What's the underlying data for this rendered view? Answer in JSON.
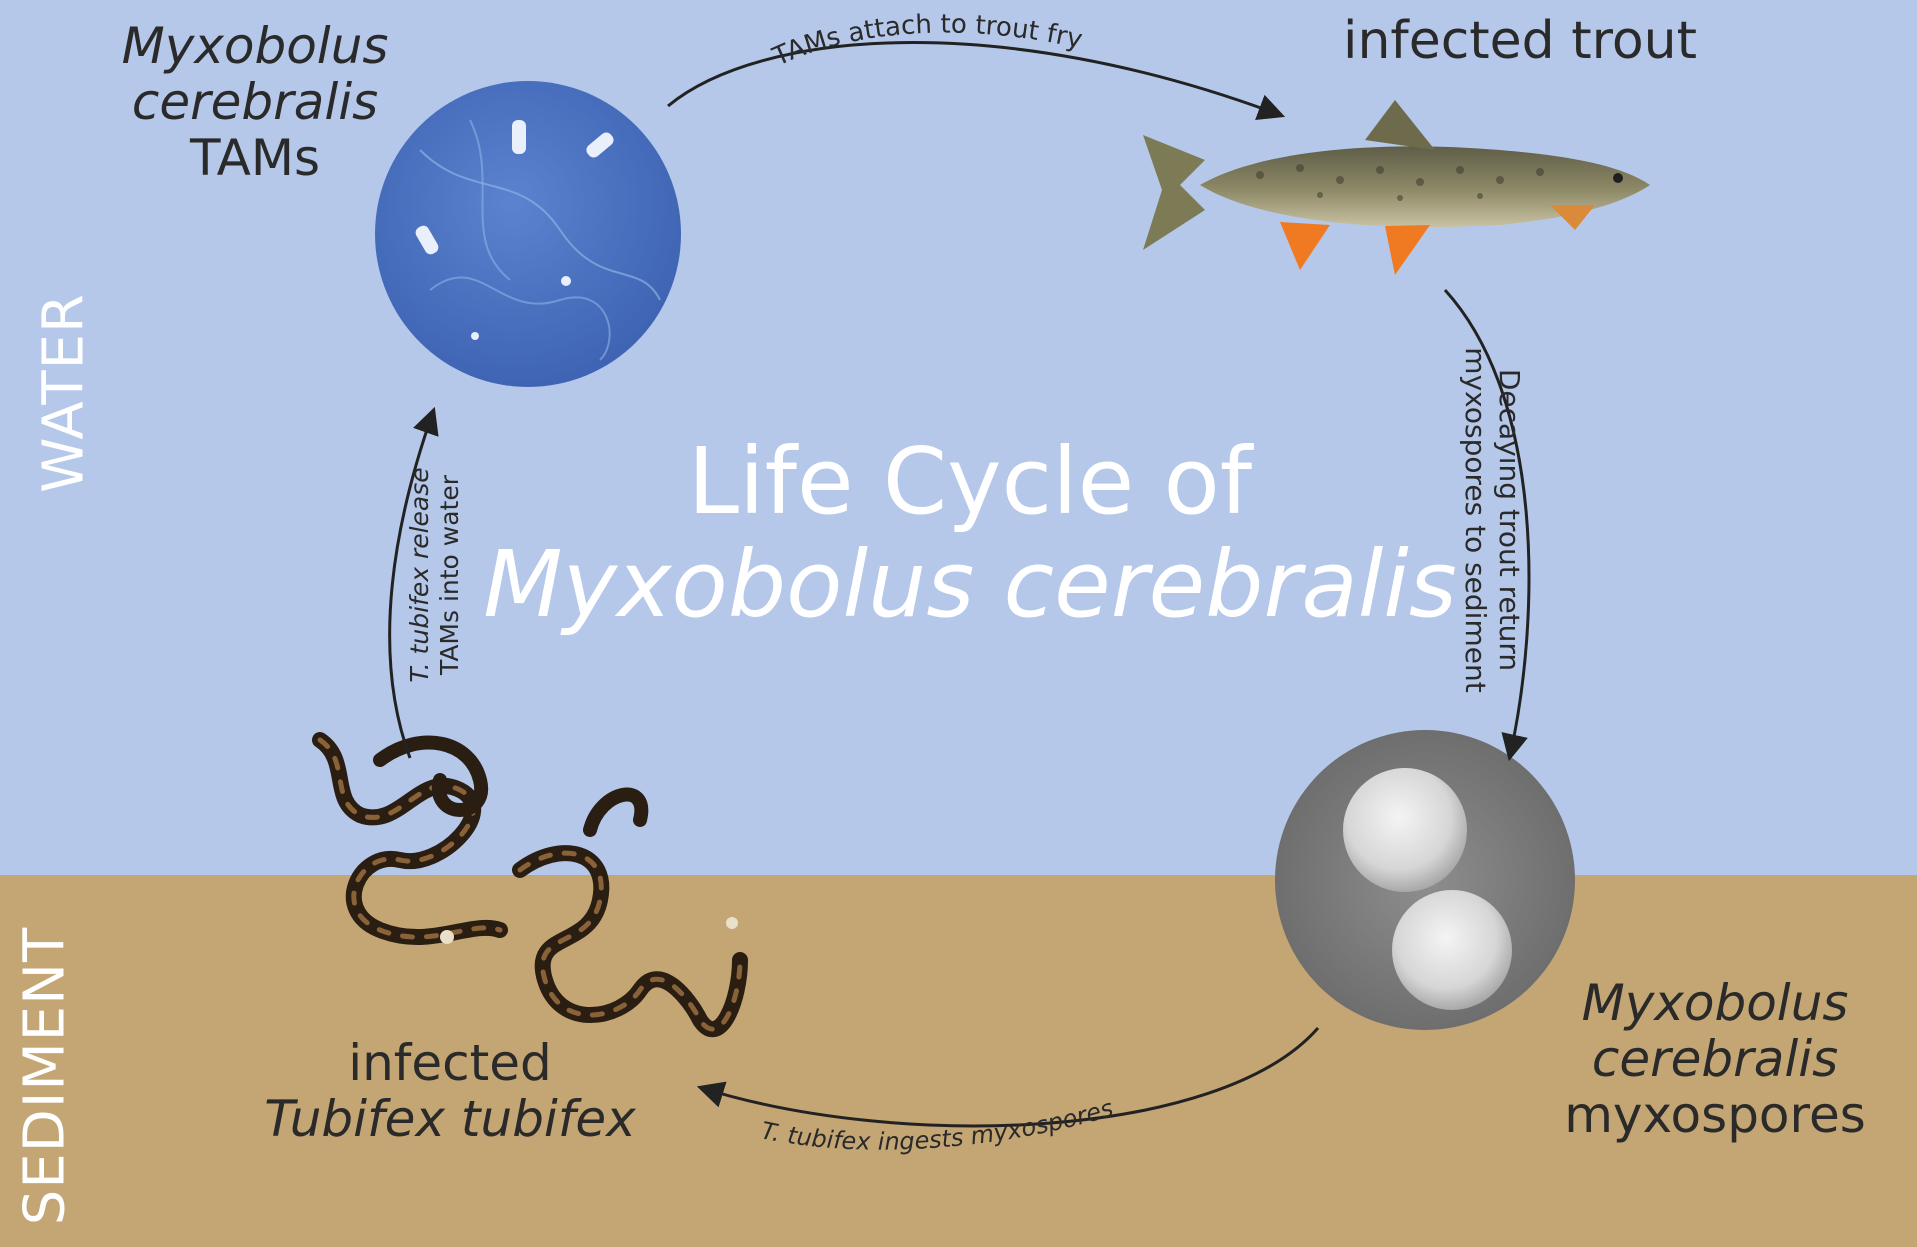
{
  "title": {
    "line1": "Life Cycle of",
    "line2": "Myxobolus cerebralis"
  },
  "zones": {
    "water": "WATER",
    "sediment": "SEDIMENT"
  },
  "stages": {
    "tams": {
      "line1": "Myxobolus",
      "line2": "cerebralis",
      "line3": "TAMs"
    },
    "trout": {
      "label": "infected trout"
    },
    "myxospores": {
      "line1": "Myxobolus",
      "line2": "cerebralis",
      "line3": "myxospores"
    },
    "tubifex": {
      "line1": "infected",
      "line2": "Tubifex tubifex"
    }
  },
  "arrows": {
    "tams_to_trout": "TAMs attach to trout fry",
    "trout_to_myxospores": {
      "line1": "Decaying trout return",
      "line2": "myxospores to sediment"
    },
    "myxospores_to_tubifex": "T. tubifex ingests myxospores",
    "tubifex_to_tams": {
      "line1": "T. tubifex release",
      "line2": "TAMs into water"
    }
  },
  "colors": {
    "water": "#b5c8e9",
    "sediment": "#c4a574",
    "tam_circle": "#4a72c2",
    "spore_circle": "#7a7a7a",
    "fin": "#f07a22"
  }
}
